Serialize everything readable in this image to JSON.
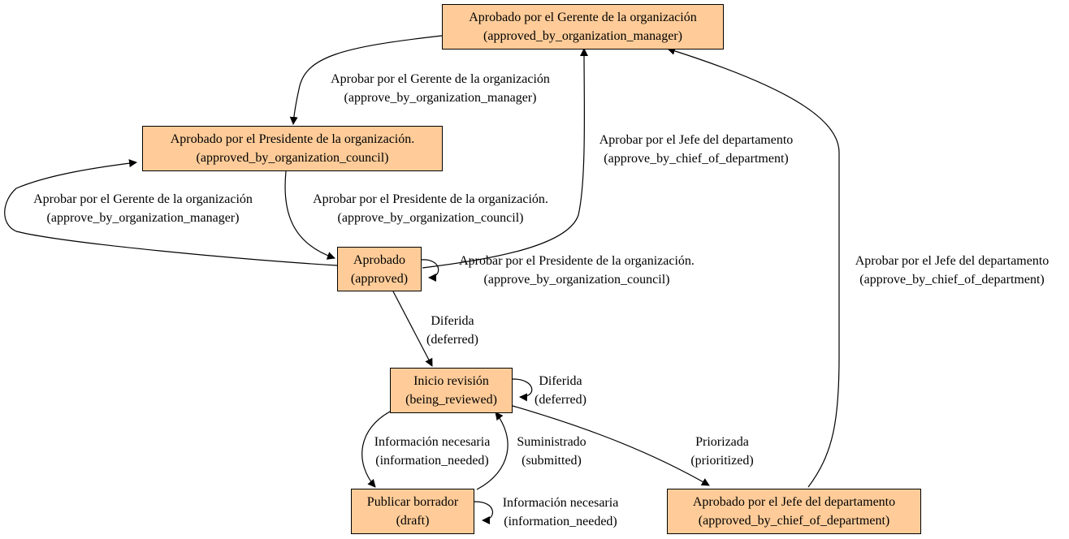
{
  "nodes": {
    "org_manager": {
      "title": "Aprobado por el Gerente de la organización",
      "code": "(approved_by_organization_manager)"
    },
    "org_council": {
      "title": "Aprobado por el Presidente de la organización.",
      "code": "(approved_by_organization_council)"
    },
    "approved": {
      "title": "Aprobado",
      "code": "(approved)"
    },
    "being_reviewed": {
      "title": "Inicio revisión",
      "code": "(being_reviewed)"
    },
    "draft": {
      "title": "Publicar borrador",
      "code": "(draft)"
    },
    "chief_dept": {
      "title": "Aprobado por el Jefe del departamento",
      "code": "(approved_by_chief_of_department)"
    }
  },
  "edges": {
    "manager_to_council": {
      "title": "Aprobar por el Gerente de la organización",
      "code": "(approve_by_organization_manager)"
    },
    "approved_to_manager": {
      "title": "Aprobar por el Jefe del departamento",
      "code": "(approve_by_chief_of_department)"
    },
    "approved_to_council": {
      "title": "Aprobar por el Gerente de la organización",
      "code": "(approve_by_organization_manager)"
    },
    "council_to_approved": {
      "title": "Aprobar por el Presidente de la organización.",
      "code": "(approve_by_organization_council)"
    },
    "approved_self": {
      "title": "Aprobar por el Presidente de la organización.",
      "code": "(approve_by_organization_council)"
    },
    "chief_to_manager": {
      "title": "Aprobar por el Jefe del departamento",
      "code": "(approve_by_chief_of_department)"
    },
    "approved_to_reviewed": {
      "title": "Diferida",
      "code": "(deferred)"
    },
    "reviewed_self": {
      "title": "Diferida",
      "code": "(deferred)"
    },
    "reviewed_to_draft": {
      "title": "Información necesaria",
      "code": "(information_needed)"
    },
    "draft_to_reviewed": {
      "title": "Suministrado",
      "code": "(submitted)"
    },
    "draft_self": {
      "title": "Información necesaria",
      "code": "(information_needed)"
    },
    "reviewed_to_chief": {
      "title": "Priorizada",
      "code": "(prioritized)"
    }
  },
  "colors": {
    "node_fill": "#ffcc99",
    "stroke": "#000000",
    "background": "#ffffff"
  }
}
